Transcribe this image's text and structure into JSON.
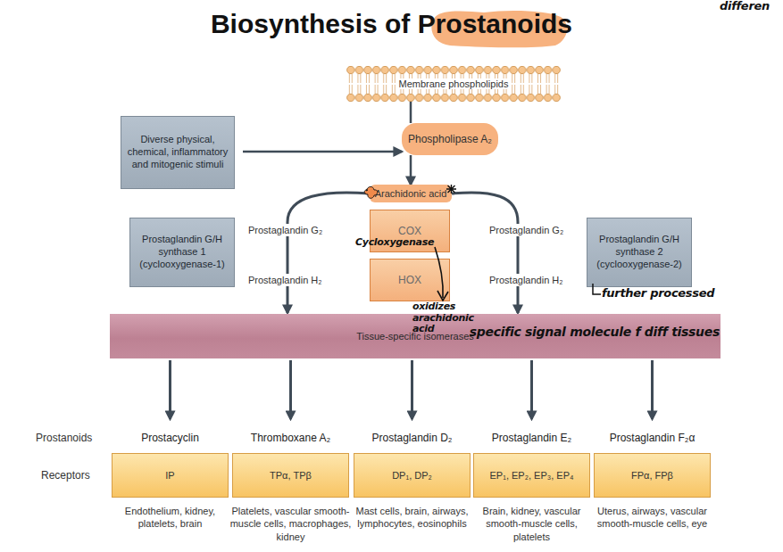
{
  "diagram": {
    "title": "Biosynthesis of Prostanoids",
    "nodes": [
      {
        "text": [
          "Membrane phospholipids"
        ]
      },
      {
        "text": [
          "Diverse physical, chemical, inflammatory and mitogenic stimuli"
        ]
      },
      {
        "text": [
          "Phospholipase A₂"
        ]
      },
      {
        "text": [
          "Arachidonic acid"
        ]
      },
      {
        "text": [
          "Prostaglandin G/H synthase 1 (cyclooxygenase-1)"
        ]
      },
      {
        "text": [
          "COX"
        ]
      },
      {
        "text": [
          "HOX"
        ]
      },
      {
        "text": [
          "Prostaglandin G/H synthase 2 (cyclooxygenase-2)"
        ]
      },
      {
        "text": [
          "Tissue-specific isomerases"
        ]
      },
      {
        "text": [
          "Prostacyclin",
          "IP"
        ]
      },
      {
        "text": [
          "Thromboxane A₂",
          "TPα, TPβ"
        ]
      },
      {
        "text": [
          "Prostaglandin D₂",
          "DP₁, DP₂"
        ]
      },
      {
        "text": [
          "Prostaglandin E₂",
          "EP₁, EP₂, EP₃, EP₄"
        ]
      },
      {
        "text": [
          "Prostaglandin F₂α",
          "FPα, FPβ"
        ]
      }
    ],
    "edges": [
      {
        "from": 1,
        "to": 2,
        "arrow": "to"
      },
      {
        "from": 0,
        "to": 2,
        "arrow": "none"
      },
      {
        "from": 2,
        "to": 3,
        "arrow": "to"
      },
      {
        "from": 3,
        "to": 8,
        "arrow": "to"
      },
      {
        "from": 3,
        "to": 8,
        "arrow": "to"
      },
      {
        "from": 8,
        "to": 9,
        "arrow": "to"
      },
      {
        "from": 8,
        "to": 10,
        "arrow": "to"
      },
      {
        "from": 8,
        "to": 11,
        "arrow": "to"
      },
      {
        "from": 8,
        "to": 12,
        "arrow": "to"
      },
      {
        "from": 8,
        "to": 13,
        "arrow": "to"
      }
    ],
    "labels": [
      "Prostaglandin G₂",
      "Prostaglandin H₂",
      "Prostaglandin G₂",
      "Prostaglandin H₂",
      "Prostanoids",
      "Receptors",
      "Endothelium, kidney, platelets, brain",
      "Platelets, vascular smooth-muscle cells, macrophages, kidney",
      "Mast cells, brain, airways, lymphocytes, eosinophils",
      "Brain, kidney, vascular smooth-muscle cells, platelets",
      "Uterus, airways, vascular smooth-muscle cells, eye",
      "Cycloxygenase",
      "oxidizes arachidonic acid",
      "further processed",
      "specific signal molecule f diff tissues",
      "differen"
    ]
  }
}
